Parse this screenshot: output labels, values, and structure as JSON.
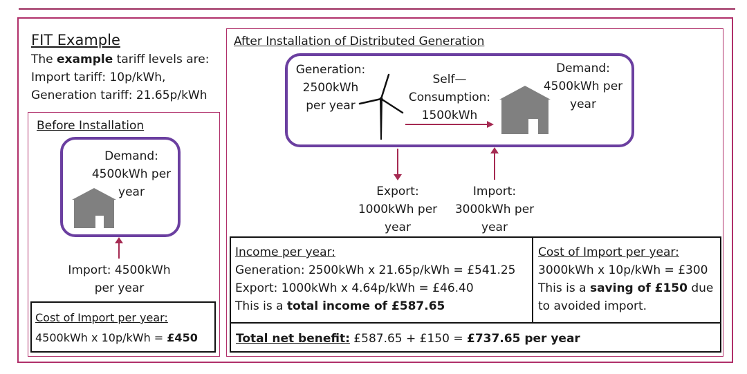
{
  "fit": {
    "title": "FIT Example",
    "intro_pre": "The ",
    "intro_bold": "example",
    "intro_post": " tariff levels are:",
    "import_tariff": "Import tariff: 10p/kWh,",
    "generation_tariff": "Generation tariff: 21.65p/kWh"
  },
  "before": {
    "heading": "Before Installation",
    "demand": [
      "Demand:",
      "4500kWh per",
      "year"
    ],
    "import": [
      "Import: 4500kWh",
      "per year"
    ],
    "cost_heading": "Cost of Import per year:",
    "cost_line_pre": "4500kWh x 10p/kWh = ",
    "cost_line_bold": "£450"
  },
  "after": {
    "heading": "After Installation of Distributed Generation",
    "generation": [
      "Generation:",
      "2500kWh",
      "per year"
    ],
    "self": [
      "Self—",
      "Consumption:",
      "1500kWh"
    ],
    "demand": [
      "Demand:",
      "4500kWh per",
      "year"
    ],
    "export": [
      "Export:",
      "1000kWh per",
      "year"
    ],
    "import": [
      "Import:",
      "3000kWh per",
      "year"
    ]
  },
  "income": {
    "heading": "Income per year:",
    "generation_line": "Generation: 2500kWh x 21.65p/kWh = £541.25",
    "export_line": "Export: 1000kWh x 4.64p/kWh = £46.40",
    "total_pre": "This is a ",
    "total_bold": "total income of £587.65"
  },
  "import_cost": {
    "heading": "Cost of Import per year:",
    "line": "3000kWh x 10p/kWh = £300",
    "saving_pre": "This is a ",
    "saving_bold": "saving of £150",
    "saving_post": " due",
    "saving_line2": "to avoided import."
  },
  "net": {
    "label_bold": "Total net benefit:",
    "middle": " £587.65 + £150 = ",
    "value_bold": "£737.65 per year"
  },
  "colors": {
    "frame": "#b0306a",
    "rounded_border": "#6b3fa0",
    "arrow": "#a52a52",
    "house": "#808080"
  },
  "icons": [
    "house-icon",
    "wind-turbine-icon"
  ]
}
